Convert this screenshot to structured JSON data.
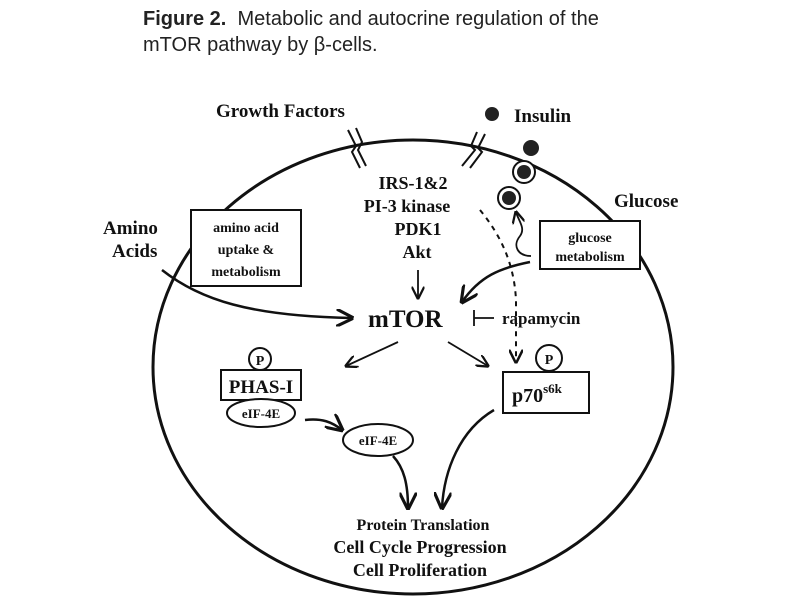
{
  "caption": {
    "figure_label": "Figure 2.",
    "text_line1": "Metabolic and autocrine regulation of the",
    "text_line2": "mTOR pathway by β-cells."
  },
  "diagram": {
    "external_labels": {
      "growth_factors": "Growth Factors",
      "insulin": "Insulin",
      "glucose": "Glucose",
      "amino_acids_line1": "Amino",
      "amino_acids_line2": "Acids"
    },
    "signaling_cascade": [
      "IRS-1&2",
      "PI-3 kinase",
      "PDK1",
      "Akt"
    ],
    "boxes": {
      "amino_acid_box": [
        "amino acid",
        "uptake &",
        "metabolism"
      ],
      "glucose_box": [
        "glucose",
        "metabolism"
      ]
    },
    "central_node": "mTOR",
    "inhibitor": "rapamycin",
    "phas": {
      "phospho_label": "P",
      "name": "PHAS-I",
      "bound_factor": "eIF-4E"
    },
    "free_factor": "eIF-4E",
    "p70": {
      "phospho_label": "P",
      "name_main": "p70",
      "name_super": "s6k"
    },
    "outcomes": [
      "Protein Translation",
      "Cell Cycle Progression",
      "Cell Proliferation"
    ]
  }
}
